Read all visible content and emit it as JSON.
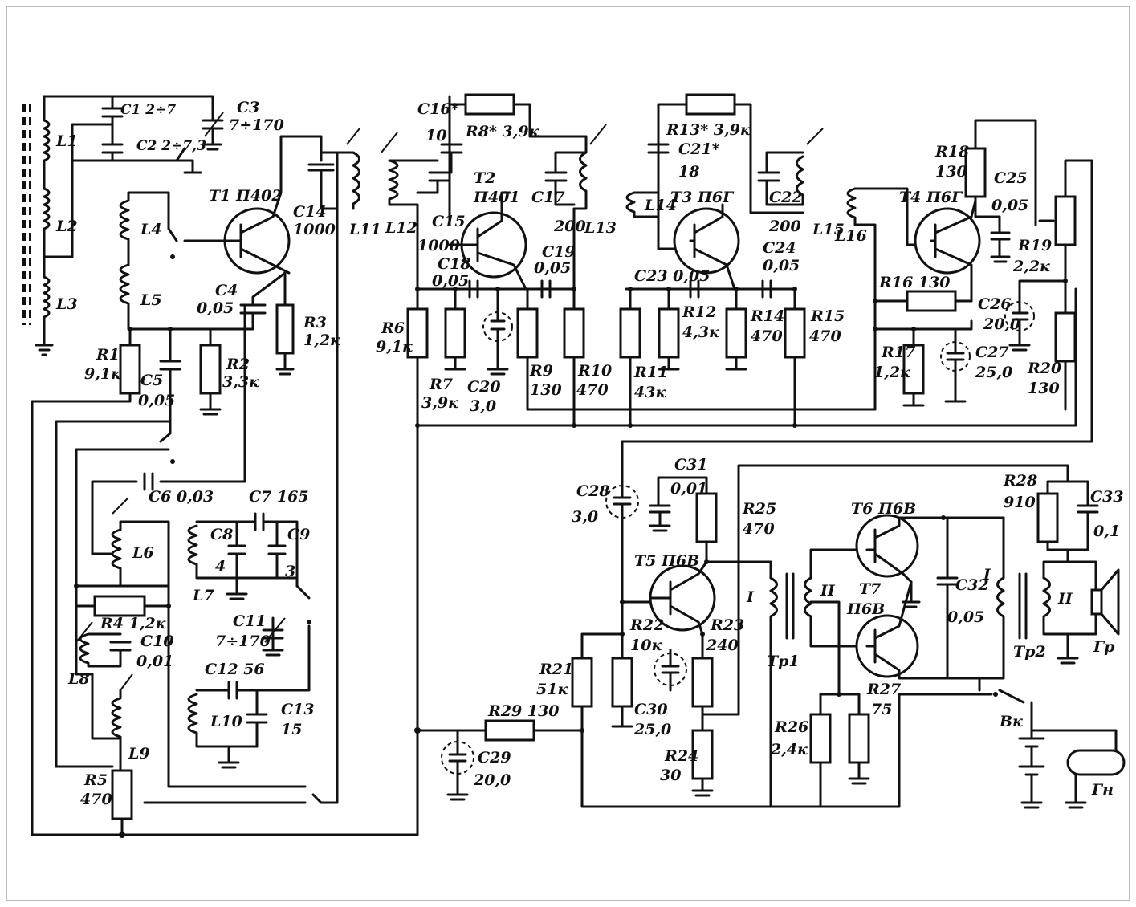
{
  "labels": {
    "C1": "C1 2÷7",
    "C2": "C2 2÷7,3",
    "C3": "C3",
    "C3v": "7÷170",
    "L1": "L1",
    "L2": "L2",
    "L3": "L3",
    "L4": "L4",
    "L5": "L5",
    "T1": "T1  П402",
    "C14": "C14",
    "C14v": "1000",
    "L11": "L11",
    "C4": "C4",
    "C4v": "0,05",
    "R3": "R3",
    "R3v": "1,2к",
    "R1": "R1",
    "R1v": "9,1к",
    "C5": "C5",
    "C5v": "0,05",
    "R2": "R2",
    "R2v": "3,3к",
    "C6": "C6 0,03",
    "C7": "C7 165",
    "C8": "C8",
    "C8v": "4",
    "C9": "C9",
    "C9v": "3",
    "L7": "L7",
    "L6": "L6",
    "R4": "R4 1,2к",
    "C10": "C10",
    "C10v": "0,01",
    "L8": "L8",
    "C11": "C11",
    "C11v": "7÷170",
    "C12": "C12 56",
    "L10": "L10",
    "C13": "C13",
    "C13v": "15",
    "L9": "L9",
    "R5": "R5",
    "R5v": "470",
    "C16": "C16*",
    "C16v": "10",
    "R8": "R8* 3,9к",
    "T2": "T2",
    "T2t": "П401",
    "C17": "C17",
    "C17v": "200",
    "L12": "L12",
    "L13": "L13",
    "C15": "C15",
    "C15v": "1000",
    "C18": "C18",
    "C18v": "0,05",
    "C19": "C19",
    "C19v": "0,05",
    "R6": "R6",
    "R6v": "9,1к",
    "R7": "R7",
    "R7v": "3,9к",
    "C20": "C20",
    "C20v": "3,0",
    "R9": "R9",
    "R9v": "130",
    "R10": "R10",
    "R10v": "470",
    "R13": "R13* 3,9к",
    "C21": "C21*",
    "C21v": "18",
    "T3": "T3 П6Г",
    "L14": "L14",
    "C22": "C22",
    "C22v": "200",
    "L15": "L15",
    "C23": "C23 0,05",
    "C24": "C24",
    "C24v": "0,05",
    "R11": "R11",
    "R11v": "43к",
    "R12": "R12",
    "R12v": "4,3к",
    "R14": "R14",
    "R14v": "470",
    "R15": "R15",
    "R15v": "470",
    "R18": "R18",
    "R18v": "130",
    "T4": "T4 П6Г",
    "C25": "C25",
    "C25v": "0,05",
    "L16": "L16",
    "R19": "R19",
    "R19v": "2,2к",
    "R16": "R16 130",
    "C26": "C26",
    "C26v": "20,0",
    "R17": "R17",
    "R17v": "1,2к",
    "C27": "C27",
    "C27v": "25,0",
    "R20": "R20",
    "R20v": "130",
    "C28": "C28",
    "C28v": "3,0",
    "C31": "C31",
    "C31v": "0,01",
    "R25": "R25",
    "R25v": "470",
    "T5": "T5 П6В",
    "T6": "T6 П6В",
    "T7": "T7",
    "T7v": "П6В",
    "R22": "R22",
    "R22v": "10к",
    "R23": "R23",
    "R23v": "240",
    "R21": "R21",
    "R21v": "51к",
    "C30": "C30",
    "C30v": "25,0",
    "R24": "R24",
    "R24v": "30",
    "R29": "R29 130",
    "C29": "C29",
    "C29v": "20,0",
    "Tp1": "Тр1",
    "Tp2": "Тр2",
    "I1": "I",
    "II1": "II",
    "I2": "I",
    "II2": "II",
    "C32": "C32",
    "C32v": "0,05",
    "R28": "R28",
    "R28v": "910",
    "C33": "C33",
    "C33v": "0,1",
    "Gr": "Гр",
    "R26": "R26",
    "R26v": "2,4к",
    "R27": "R27",
    "R27v": "75",
    "Bk": "Вк",
    "Gn": "Гн"
  }
}
